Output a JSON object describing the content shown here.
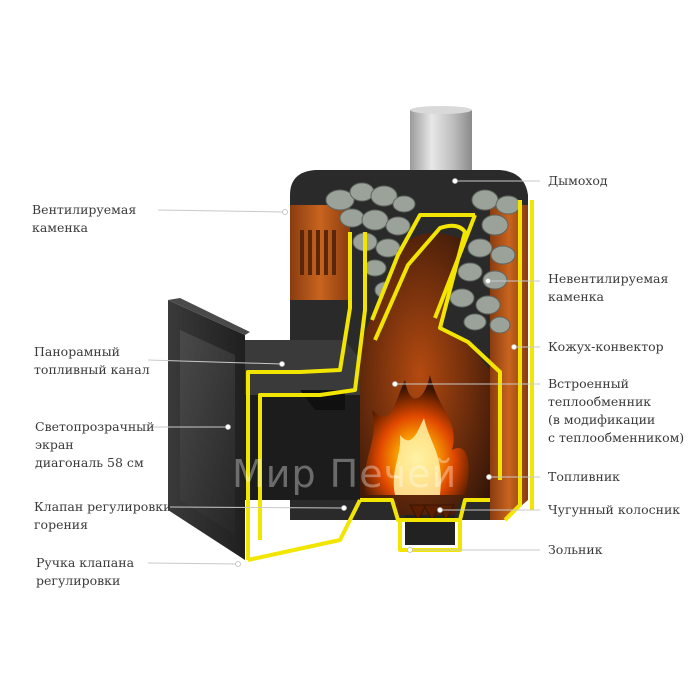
{
  "watermark": "Мир Печей",
  "labels_left": [
    {
      "id": "ventilated-stones",
      "lines": [
        "Вентилируемая",
        "каменка"
      ]
    },
    {
      "id": "panoramic-channel",
      "lines": [
        "Панорамный",
        "топливный канал"
      ]
    },
    {
      "id": "glass-screen",
      "lines": [
        "Светопрозрачный",
        "экран",
        "диагональ 58 см"
      ]
    },
    {
      "id": "draft-valve",
      "lines": [
        "Клапан регулировки",
        "горения"
      ]
    },
    {
      "id": "valve-handle",
      "lines": [
        "Ручка клапана",
        "регулировки"
      ]
    }
  ],
  "labels_right": [
    {
      "id": "chimney",
      "lines": [
        "Дымоход"
      ]
    },
    {
      "id": "non-ventilated-stones",
      "lines": [
        "Невентилируемая",
        "каменка"
      ]
    },
    {
      "id": "convector-casing",
      "lines": [
        "Кожух-конвектор"
      ]
    },
    {
      "id": "heat-exchanger",
      "lines": [
        "Встроенный",
        "теплообменник",
        "(в модификации",
        "с теплообменником)"
      ]
    },
    {
      "id": "firebox",
      "lines": [
        "Топливник"
      ]
    },
    {
      "id": "cast-iron-grate",
      "lines": [
        "Чугунный колосник"
      ]
    },
    {
      "id": "ash-pan",
      "lines": [
        "Зольник"
      ]
    }
  ],
  "colors": {
    "outline": "#f2e600",
    "casing": "#b8581a",
    "metal_dark": "#2e2e2e",
    "fire": "#ff8a00",
    "stone": "#9aa29a"
  }
}
